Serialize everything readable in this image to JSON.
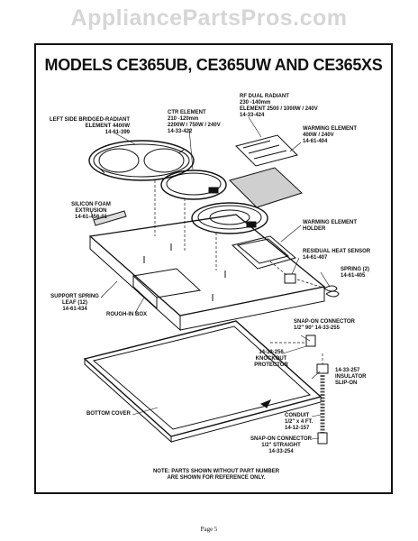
{
  "watermark": "AppliancePartsPros.com",
  "title": "MODELS CE365UB, CE365UW AND CE365XS",
  "labels": {
    "left_element": [
      "LEFT SIDE BRIDGED-RADIANT",
      "ELEMENT 4400W",
      "14-61-399"
    ],
    "ctr_element": [
      "CTR ELEMENT",
      "210 -120mm",
      "2200W / 750W / 240V",
      "14-33-422"
    ],
    "rf_dual": [
      "RF DUAL RADIANT",
      "230 -140mm",
      "ELEMENT 2500 / 1000W / 240V",
      "14-33-424"
    ],
    "warming_element": [
      "WARMING ELEMENT",
      "400W / 240V",
      "14-61-404"
    ],
    "silicon_foam": [
      "SILICON FOAM",
      "EXTRUSION",
      "14-61-456-01"
    ],
    "warming_holder": [
      "WARMING ELEMENT",
      "HOLDER"
    ],
    "heat_sensor": [
      "RESIDUAL HEAT SENSOR",
      "14-61-407"
    ],
    "spring": [
      "SPRING (2)",
      "14-61-405"
    ],
    "support_spring": [
      "SUPPORT SPRING",
      "LEAF (12)",
      "14-61-434"
    ],
    "roughin_box": [
      "ROUGH-IN BOX"
    ],
    "snapon_90": [
      "SNAP-ON CONNECTOR",
      "1/2\" 90°    14-33-255"
    ],
    "knockout": [
      "14-33-256",
      "KNOCKOUT",
      "PROTECTOR"
    ],
    "insulator": [
      "14-33-257",
      "INSULATOR",
      "SLIP-ON"
    ],
    "bottom_cover": [
      "BOTTOM COVER"
    ],
    "conduit": [
      "CONDUIT",
      "1/2\" x 4 FT.",
      "14-12-157"
    ],
    "snapon_straight": [
      "SNAP-ON CONNECTOR",
      "1/2\" STRAIGHT",
      "14-33-254"
    ]
  },
  "note": [
    "NOTE: PARTS SHOWN WITHOUT PART NUMBER",
    "ARE SHOWN FOR REFERENCE ONLY."
  ],
  "page_number": "Page 5"
}
